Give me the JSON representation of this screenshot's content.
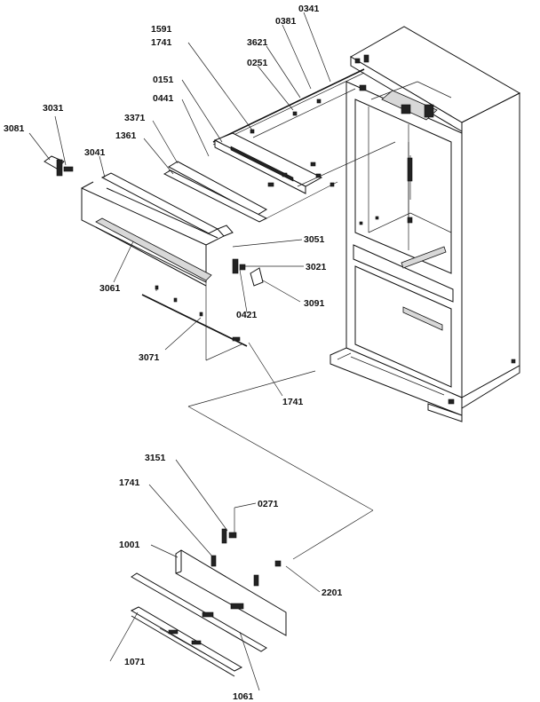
{
  "labels": {
    "l0341": "0341",
    "l0381": "0381",
    "l1591": "1591",
    "l1741a": "1741",
    "l3621": "3621",
    "l0251": "0251",
    "l0151": "0151",
    "l0441": "0441",
    "l3371": "3371",
    "l1361": "1361",
    "l3031": "3031",
    "l3081": "3081",
    "l3041": "3041",
    "l3051": "3051",
    "l3021": "3021",
    "l3091": "3091",
    "l0421": "0421",
    "l3061": "3061",
    "l3071": "3071",
    "l1741b": "1741",
    "l3151": "3151",
    "l1741c": "1741",
    "l0271": "0271",
    "l1001": "1001",
    "l2201": "2201",
    "l1071": "1071",
    "l1061": "1061"
  }
}
